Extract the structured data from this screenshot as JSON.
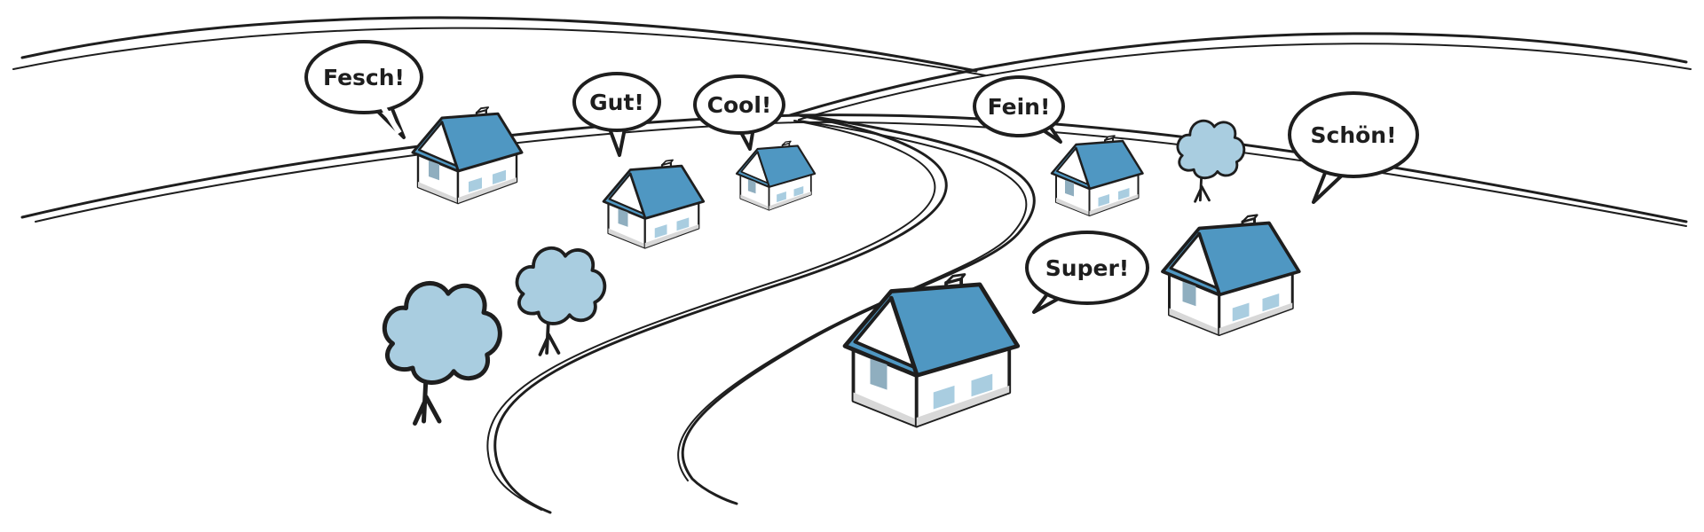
{
  "scene": {
    "colors": {
      "ink": "#1e1e1e",
      "roof": "#4f97c2",
      "roof_dark": "#3c81ab",
      "wall": "#ffffff",
      "wall_shade": "#dcdcdc",
      "window": "#a9cde0",
      "window_dark": "#8faebf",
      "tree": "#a9cde0"
    },
    "speech_bubbles": [
      {
        "id": "fesch",
        "text": "Fesch!"
      },
      {
        "id": "gut",
        "text": "Gut!"
      },
      {
        "id": "cool",
        "text": "Cool!"
      },
      {
        "id": "fein",
        "text": "Fein!"
      },
      {
        "id": "super",
        "text": "Super!"
      },
      {
        "id": "schoen",
        "text": "Schön!"
      }
    ],
    "houses": [
      {
        "id": "house-1",
        "icon": "house-icon"
      },
      {
        "id": "house-2",
        "icon": "house-icon"
      },
      {
        "id": "house-3",
        "icon": "house-icon"
      },
      {
        "id": "house-4",
        "icon": "house-icon"
      },
      {
        "id": "house-5",
        "icon": "house-icon"
      },
      {
        "id": "house-6",
        "icon": "house-icon"
      }
    ],
    "trees": [
      {
        "id": "tree-large",
        "icon": "tree-icon"
      },
      {
        "id": "tree-medium",
        "icon": "tree-icon"
      },
      {
        "id": "tree-small",
        "icon": "tree-icon"
      }
    ]
  }
}
